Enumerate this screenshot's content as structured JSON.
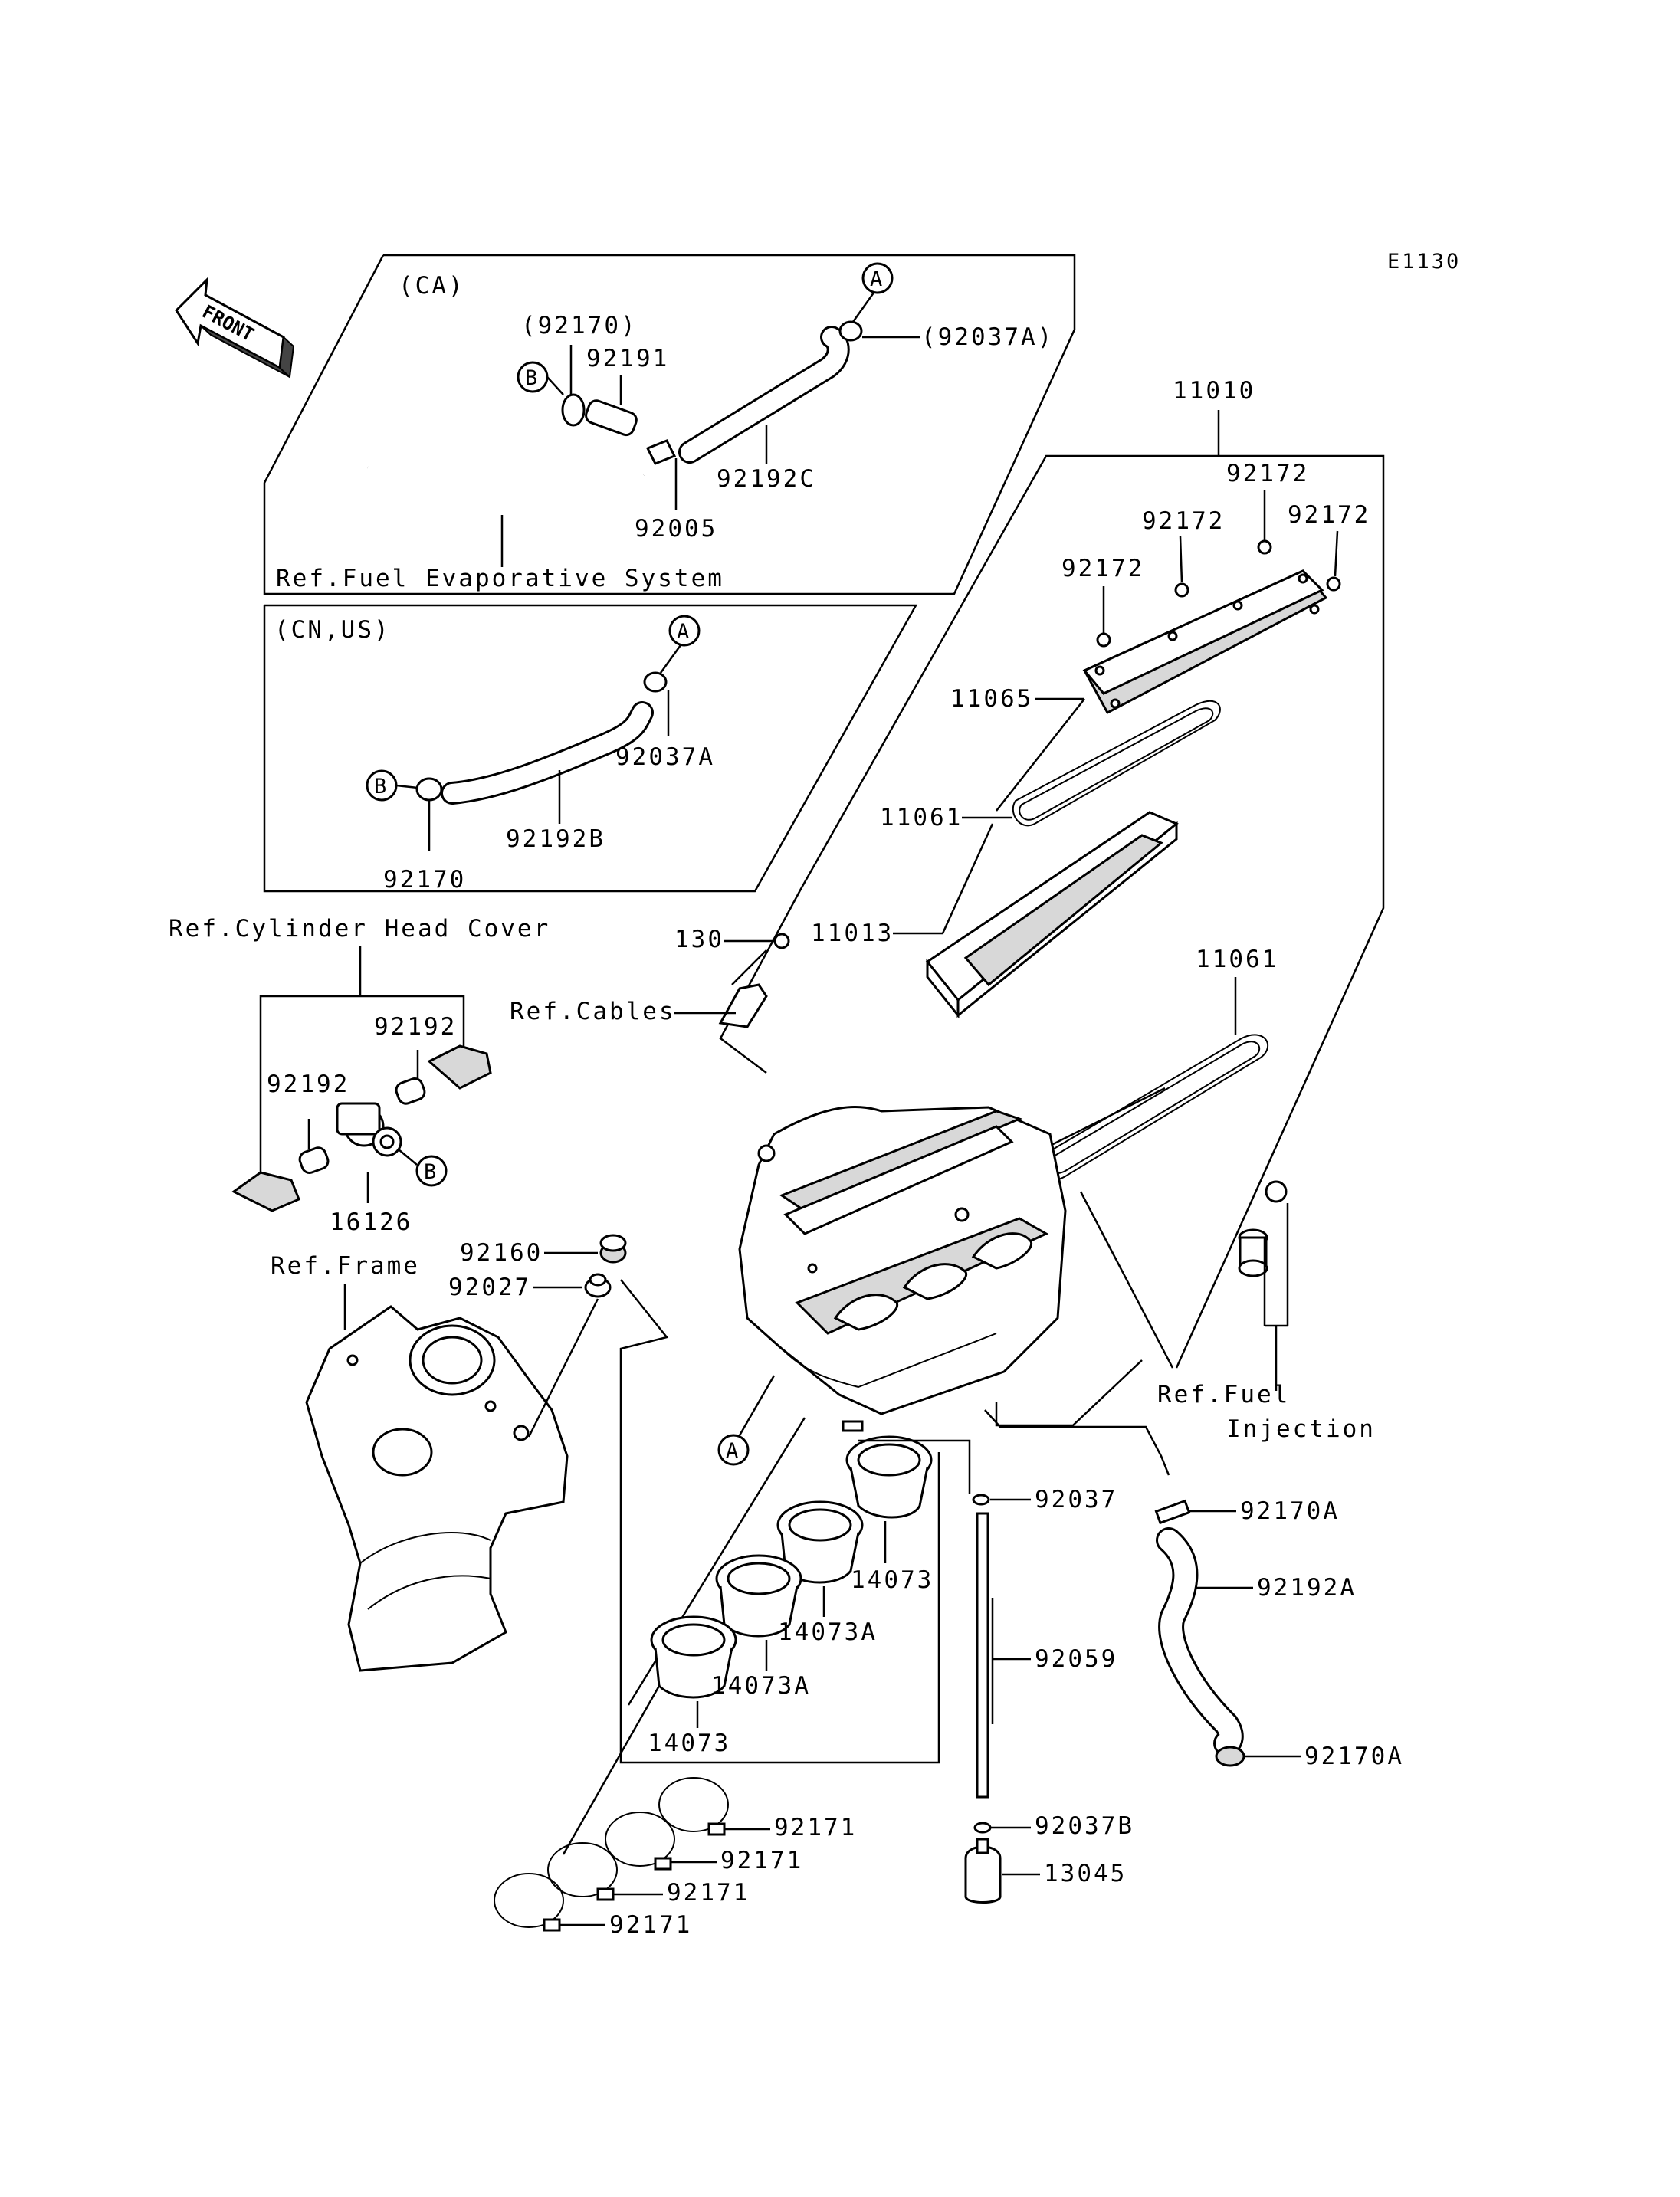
{
  "diagram_code": "E1130",
  "front_label": "FRONT",
  "boxes": {
    "ca": "(CA)",
    "cn_us": "(CN,US)"
  },
  "markers": {
    "a": "A",
    "b": "B"
  },
  "refs": {
    "fuel_evap": "Ref.Fuel Evaporative System",
    "cyl_head": "Ref.Cylinder Head Cover",
    "cables": "Ref.Cables",
    "frame": "Ref.Frame",
    "fuel_inj_1": "Ref.Fuel",
    "fuel_inj_2": "Injection"
  },
  "parts": {
    "p11010": "11010",
    "p92172a": "92172",
    "p92172b": "92172",
    "p92172c": "92172",
    "p92172d": "92172",
    "p11065": "11065",
    "p11061a": "11061",
    "p11013": "11013",
    "p11061b": "11061",
    "p130": "130",
    "p92170p": "(92170)",
    "p92191": "92191",
    "p92037ap": "(92037A)",
    "p92192c": "92192C",
    "p92005": "92005",
    "p92037a": "92037A",
    "p92192b": "92192B",
    "p92170": "92170",
    "p92192a": "92192",
    "p92192b2": "92192",
    "p16126": "16126",
    "p92160": "92160",
    "p92027": "92027",
    "p92037": "92037",
    "p92170a1": "92170A",
    "p92192A": "92192A",
    "p14073a": "14073",
    "p14073A1": "14073A",
    "p14073A2": "14073A",
    "p14073b": "14073",
    "p92059": "92059",
    "p92170a2": "92170A",
    "p92037b": "92037B",
    "p13045": "13045",
    "p92171a": "92171",
    "p92171b": "92171",
    "p92171c": "92171",
    "p92171d": "92171"
  }
}
